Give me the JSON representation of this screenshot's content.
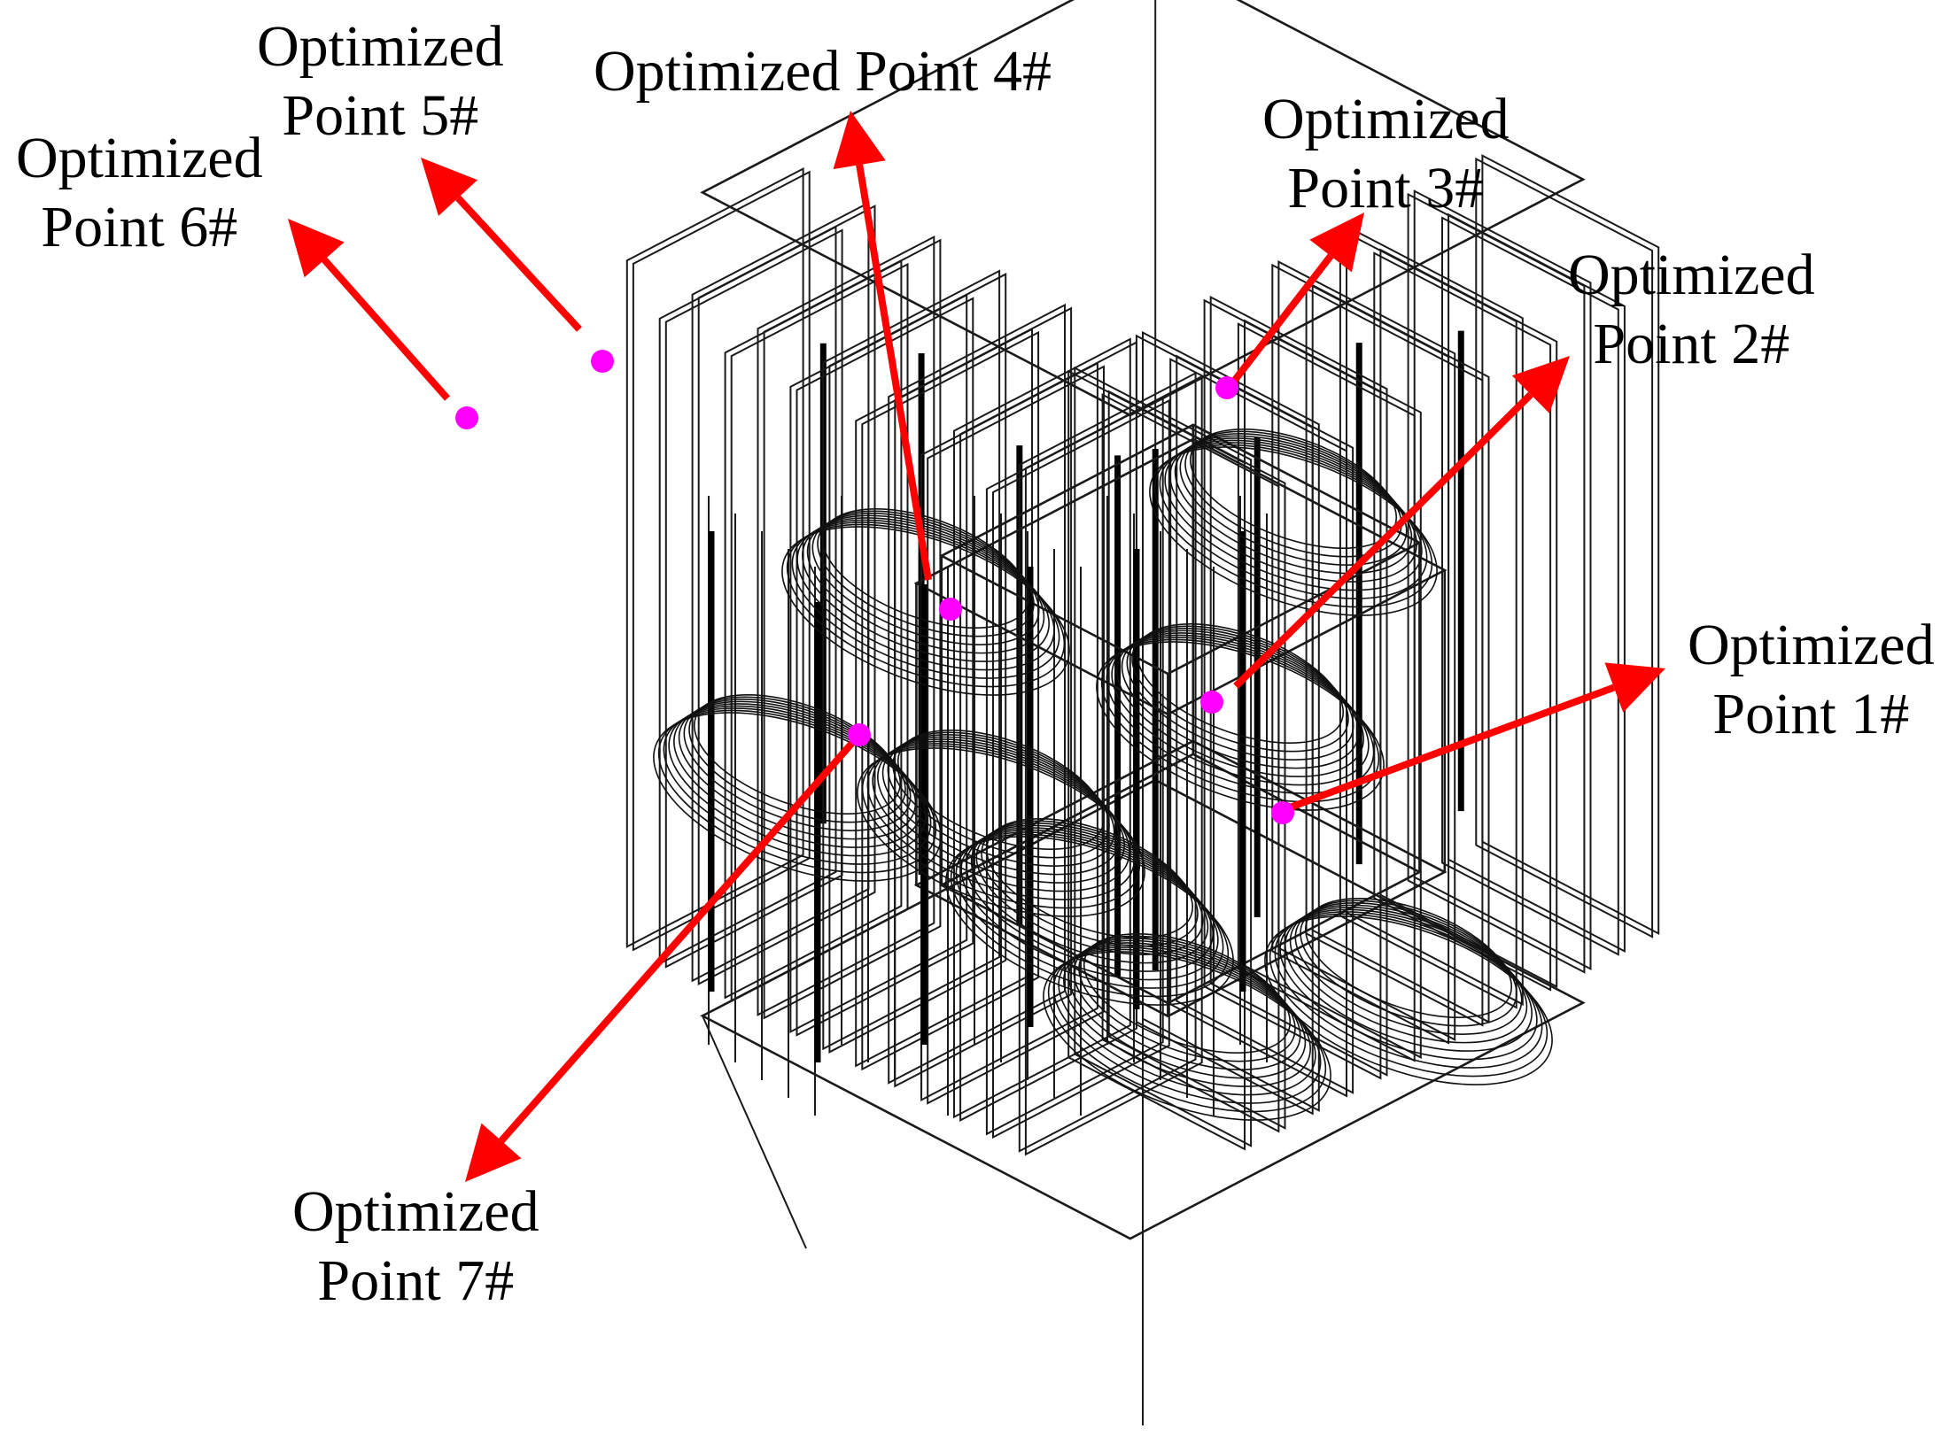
{
  "figure": {
    "background": "#ffffff",
    "wire_color": "#1a1a1a",
    "arrow_color": "#ff0000",
    "point_color": "#ff00ff"
  },
  "points": [
    {
      "id": "1",
      "line1": "Optimized",
      "line2": "Point 1#"
    },
    {
      "id": "2",
      "line1": "Optimized",
      "line2": "Point 2#"
    },
    {
      "id": "3",
      "line1": "Optimized",
      "line2": "Point 3#"
    },
    {
      "id": "4",
      "line1": "Optimized Point 4#",
      "line2": ""
    },
    {
      "id": "5",
      "line1": "Optimized",
      "line2": "Point 5#"
    },
    {
      "id": "6",
      "line1": "Optimized",
      "line2": "Point 6#"
    },
    {
      "id": "7",
      "line1": "Optimized",
      "line2": "Point 7#"
    }
  ]
}
